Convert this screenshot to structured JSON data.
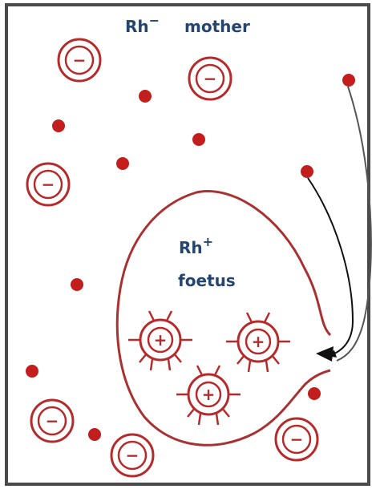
{
  "labels": {
    "mother_rh": "Rh",
    "mother_rh_sign": "−",
    "mother_word": "mother",
    "foetus_rh": "Rh",
    "foetus_rh_sign": "+",
    "foetus_word": "foetus"
  },
  "symbols": {
    "negative": "−",
    "positive": "+"
  },
  "colors": {
    "cell_red": "#b52a2a",
    "antibody_red": "#c21e1e",
    "label_blue": "#24466e",
    "arrow_gray": "#555555",
    "border": "#4a4a4a"
  }
}
